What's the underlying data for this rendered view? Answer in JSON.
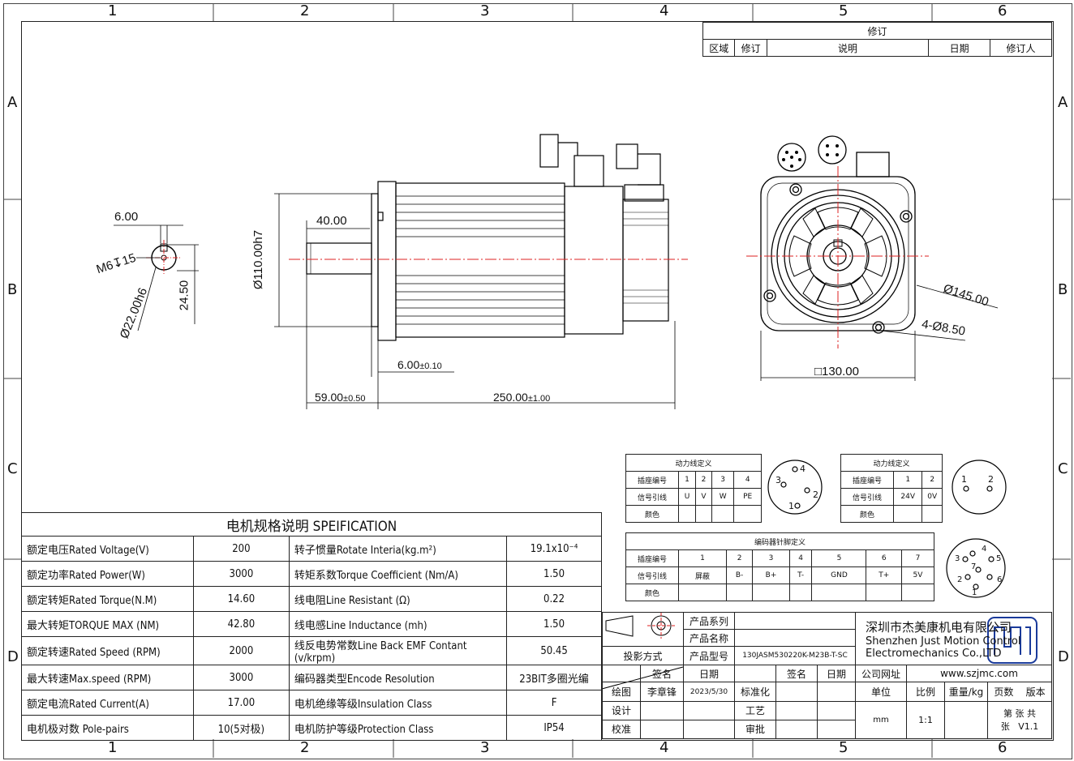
{
  "zones": {
    "cols": [
      "1",
      "2",
      "3",
      "4",
      "5",
      "6"
    ],
    "rows": [
      "A",
      "B",
      "C",
      "D"
    ]
  },
  "revision": {
    "title": "修订",
    "headers": [
      "区域",
      "修订",
      "说明",
      "日期",
      "修订人"
    ]
  },
  "dims": {
    "thread": "6.00",
    "tap": "M6↧15",
    "shaft_dia": "Ø22.00h6",
    "key_h": "24.50",
    "shaft_len": "40.00",
    "flange_dia": "Ø110.00h7",
    "spigot": "6.00",
    "spigot_tol": "±0.10",
    "shaft_total": "59.00",
    "shaft_total_tol": "±0.50",
    "body_len": "250.00",
    "body_len_tol": "±1.00",
    "pcd": "Ø145.00",
    "holes": "4-Ø8.50",
    "square": "□130.00"
  },
  "spec": {
    "title": "电机规格说明 SPEIFICATION",
    "rows": [
      [
        "额定电压Rated Voltage(V)",
        "200",
        "转子惯量Rotate Interia(kg.m²)",
        "19.1x10⁻⁴"
      ],
      [
        "额定功率Rated Power(W)",
        "3000",
        "转矩系数Torque Coefficient (Nm/A)",
        "1.50"
      ],
      [
        "额定转矩Rated Torque(N.M)",
        "14.60",
        "线电阻Line Resistant (Ω)",
        "0.22"
      ],
      [
        "最大转矩TORQUE MAX (NM)",
        "42.80",
        "线电感Line Inductance (mh)",
        "1.50"
      ],
      [
        "额定转速Rated Speed (RPM)",
        "2000",
        "线反电势常数Line Back EMF Contant (v/krpm)",
        "50.45"
      ],
      [
        "最大转速Max.speed (RPM)",
        "3000",
        "编码器类型Encode Resolution",
        "23BIT多圈光编"
      ],
      [
        "额定电流Rated Current(A)",
        "17.00",
        "电机绝缘等级Insulation Class",
        "F"
      ],
      [
        "电机极对数 Pole-pairs",
        "10(5对极)",
        "电机防护等级Protection Class",
        "IP54"
      ]
    ]
  },
  "power_table": {
    "title": "动力线定义",
    "row_labels": [
      "插座编号",
      "信号引线",
      "颜色"
    ],
    "pins": [
      "1",
      "2",
      "3",
      "4"
    ],
    "signals": [
      "U",
      "V",
      "W",
      "PE"
    ]
  },
  "brake_table": {
    "title": "动力线定义",
    "row_labels": [
      "插座编号",
      "信号引线",
      "颜色"
    ],
    "pins": [
      "1",
      "2"
    ],
    "signals": [
      "24V",
      "0V"
    ]
  },
  "encoder_table": {
    "title": "编码器针脚定义",
    "row_labels": [
      "插座编号",
      "信号引线",
      "颜色"
    ],
    "pins": [
      "1",
      "2",
      "3",
      "4",
      "5",
      "6",
      "7"
    ],
    "signals": [
      "屏蔽",
      "B-",
      "B+",
      "T-",
      "GND",
      "T+",
      "5V"
    ]
  },
  "connector_labels": {
    "power": [
      "1",
      "2",
      "3",
      "4"
    ],
    "brake": [
      "1",
      "2"
    ],
    "encoder": [
      "1",
      "2",
      "3",
      "4",
      "5",
      "6",
      "7"
    ]
  },
  "title_block": {
    "series": "产品系列",
    "name": "产品名称",
    "projection": "投影方式",
    "model_label": "产品型号",
    "model": "130JASM530220K-M23B-T-SC",
    "sign": "签名",
    "date": "日期",
    "sign2": "签名",
    "date2": "日期",
    "draw": "绘图",
    "drawer": "李章锋",
    "draw_date": "2023/5/30",
    "standard": "标准化",
    "design": "设计",
    "craft": "工艺",
    "check": "校准",
    "approve": "审批",
    "company_cn": "深圳市杰美康机电有限公司",
    "company_en1": "Shenzhen Just Motion Control",
    "company_en2": "Electromechanics Co.,LTD",
    "website_label": "公司网址",
    "website": "www.szjmc.com",
    "unit": "单位",
    "scale": "比例",
    "weight": "重量/kg",
    "pages": "页数",
    "version": "版本",
    "unit_v": "mm",
    "scale_v": "1:1",
    "page_v": "第 张 共 张",
    "version_v": "V1.1"
  }
}
